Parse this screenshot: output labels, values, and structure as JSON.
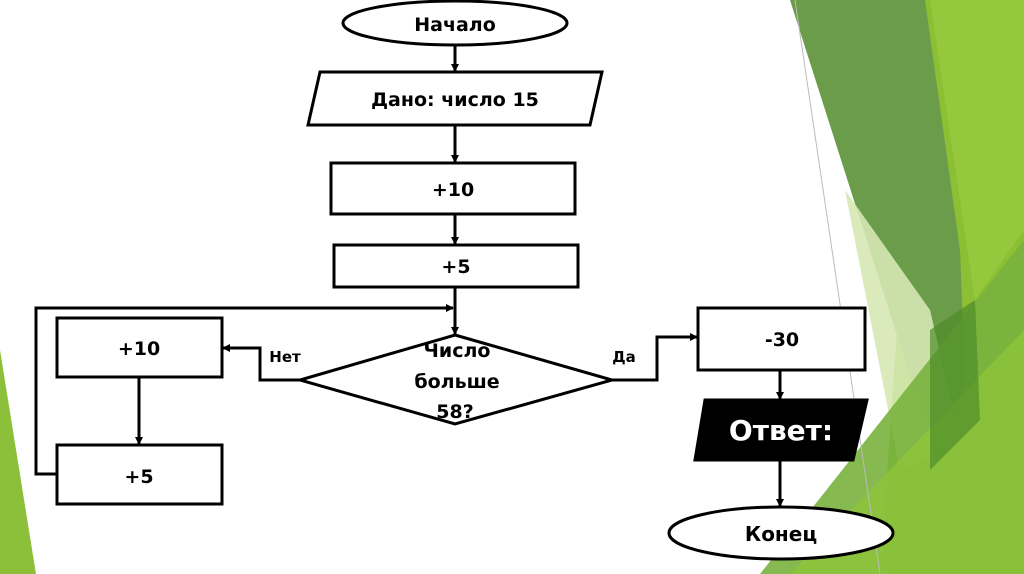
{
  "flowchart": {
    "start": "Начало",
    "input": "Дано: число 15",
    "step1": "+10",
    "step2": "+5",
    "condition": [
      "Число",
      "больше",
      "58?"
    ],
    "no_label": "Нет",
    "yes_label": "Да",
    "loop_step1": "+10",
    "loop_step2": "+5",
    "yes_step": "-30",
    "output": "Ответ:",
    "end": "Конец"
  },
  "colors": {
    "accent_dark": "#6a9c4a",
    "accent_light": "#8dc03a",
    "accent_pale": "#d6e8b4"
  }
}
